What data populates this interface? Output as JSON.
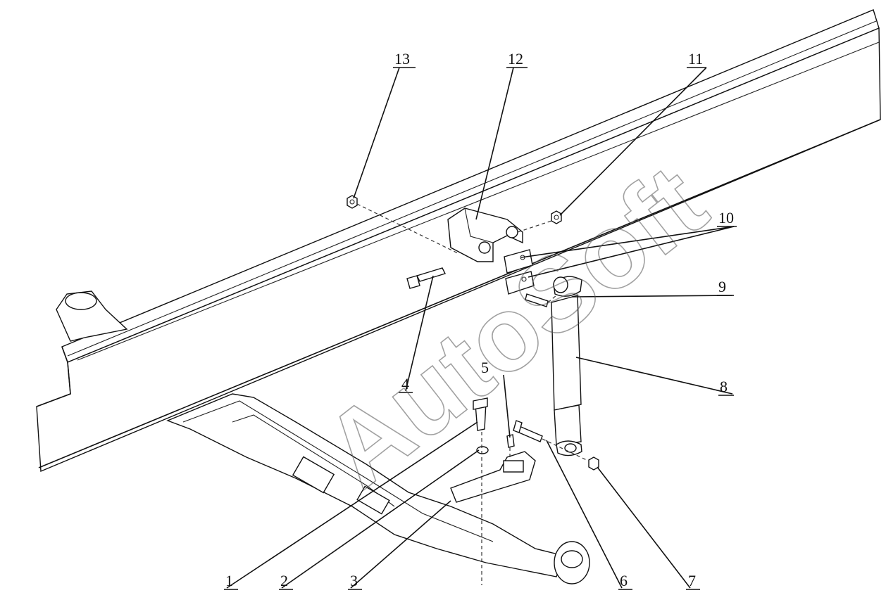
{
  "watermark": "AutoSoft",
  "callouts": [
    {
      "id": "1",
      "label": "1"
    },
    {
      "id": "2",
      "label": "2"
    },
    {
      "id": "3",
      "label": "3"
    },
    {
      "id": "4",
      "label": "4"
    },
    {
      "id": "5",
      "label": "5"
    },
    {
      "id": "6",
      "label": "6"
    },
    {
      "id": "7",
      "label": "7"
    },
    {
      "id": "8",
      "label": "8"
    },
    {
      "id": "9",
      "label": "9"
    },
    {
      "id": "10",
      "label": "10"
    },
    {
      "id": "11",
      "label": "11"
    },
    {
      "id": "12",
      "label": "12"
    },
    {
      "id": "13",
      "label": "13"
    }
  ]
}
